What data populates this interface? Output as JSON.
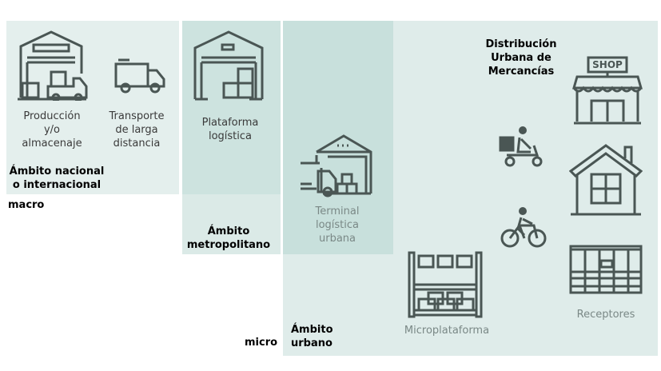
{
  "nodes": {
    "produccion": "Producción y/o almacenaje",
    "transporte": "Transporte de larga distancia",
    "plataforma": "Plataforma logística",
    "terminal": "Terminal logística urbana",
    "microplataforma": "Microplataforma",
    "receptores": "Receptores"
  },
  "scopes": {
    "nacional": "Ámbito nacional o internacional",
    "metropolitano": "Ámbito metropolitano",
    "urbano": "Ámbito urbano",
    "dum": "Distribución Urbana de Mercancías"
  },
  "scale": {
    "macro": "macro",
    "micro": "micro"
  },
  "shop_sign": "SHOP",
  "colors": {
    "panel_macro": "#e4efed",
    "panel_metro_top": "#cde3df",
    "panel_metro_bottom": "#dbeae7",
    "panel_urban": "#dfecea",
    "panel_terminal": "#c8e0dc",
    "icon": "#4a5654"
  }
}
